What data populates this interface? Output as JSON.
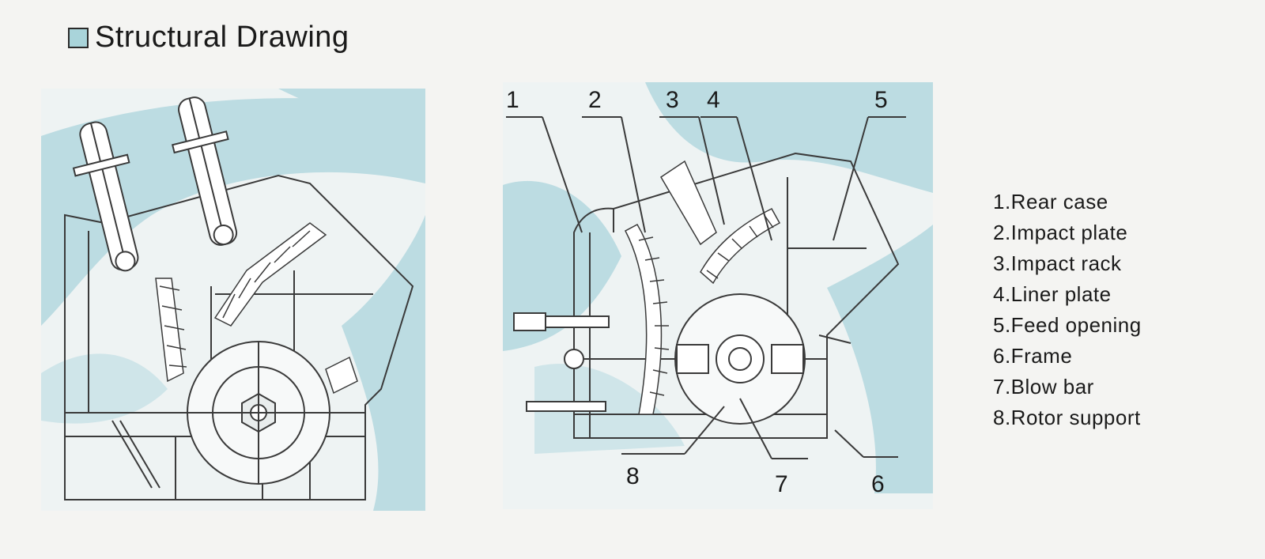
{
  "header": {
    "title": "Structural Drawing"
  },
  "callouts": [
    "1",
    "2",
    "3",
    "4",
    "5",
    "6",
    "7",
    "8"
  ],
  "legend": [
    "1.Rear case",
    "2.Impact plate",
    "3.Impact rack",
    "4.Liner plate",
    "5.Feed opening",
    "6.Frame",
    "7.Blow bar",
    "8.Rotor support"
  ],
  "colors": {
    "tint": "#bcdce2",
    "line": "#3a3a3a",
    "title_square": "#a9d4da"
  }
}
